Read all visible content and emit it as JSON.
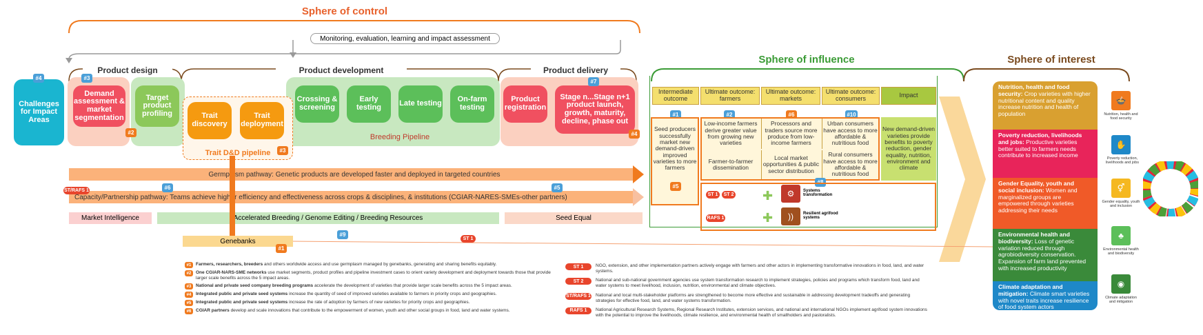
{
  "spheres": {
    "control": "Sphere of control",
    "influence": "Sphere of influence",
    "interest": "Sphere of interest"
  },
  "monitoring": "Monitoring, evaluation, learning and impact assessment",
  "sections": {
    "design": "Product design",
    "development": "Product development",
    "delivery": "Product delivery"
  },
  "challenges": "Challenges for Impact Areas",
  "boxes": {
    "demand": "Demand assessment & market segmentation",
    "target": "Target product profiling",
    "trait_discovery": "Trait discovery",
    "trait_deployment": "Trait deployment",
    "crossing": "Crossing & screening",
    "early": "Early testing",
    "late": "Late testing",
    "onfarm": "On-farm testing",
    "registration": "Product registration",
    "stage": "Stage n...Stage n+1 product launch, growth, maturity, decline, phase out"
  },
  "breeding_pipeline": "Breeding Pipeline",
  "trait_pipeline": "Trait D&D pipeline",
  "pathways": {
    "germplasm": "Germplasm pathway: Genetic products are developed faster and deployed in targeted countries",
    "capacity": "Capacity/Partnership pathway: Teams achieve higher efficiency and effectiveness across crops & disciplines, & institutions (CGIAR-NARES-SMEs-other partners)"
  },
  "initiatives": {
    "market": "Market Intelligence",
    "breeding": "Accelerated Breeding / Genome Editing / Breeding Resources",
    "seed": "Seed Equal",
    "genebanks": "Genebanks"
  },
  "badges": {
    "b1": "#1",
    "b2": "#2",
    "b3": "#3",
    "b4": "#4",
    "b5": "#5",
    "b6": "#6",
    "b7": "#7",
    "b8": "#8",
    "b9": "#9",
    "b10": "#10",
    "st1": "ST 1",
    "st2": "ST 2",
    "strafs": "ST/RAFS 1",
    "rafs": "RAFS 1"
  },
  "table": {
    "headers": [
      "Intermediate outcome",
      "Ultimate outcome: farmers",
      "Ultimate outcome: markets",
      "Ultimate outcome: consumers",
      "Impact"
    ],
    "intermediate": "Seed producers successfully market new demand-driven improved varieties to more farmers",
    "farmers1": "Low-income farmers derive greater value from growing new varieties",
    "farmers2": "Farmer-to-farmer dissemination",
    "markets1": "Processors and traders source more produce from low-income farmers",
    "markets2": "Local market opportunities & public sector distribution",
    "consumers1": "Urban consumers have access to more affordable & nutritious food",
    "consumers2": "Rural consumers have access to more affordable & nutritious food",
    "impact": "New demand-driven varieties provide benefits to poverty reduction, gender equality, nutrition, environment and climate",
    "systems": "Systems transformation",
    "resilient": "Resilient agrifood systems"
  },
  "interest": [
    {
      "title": "Nutrition, health and food security:",
      "text": "Crop varieties with higher nutritional content and quality increase nutrition and health of population",
      "color": "#d9a030",
      "sdg": "Nutrition, health and food security"
    },
    {
      "title": "Poverty reduction, livelihoods and jobs:",
      "text": "Productive varieties better suited to farmers needs contribute to increased income",
      "color": "#e8245a",
      "sdg": "Poverty reduction, livelihoods and jobs"
    },
    {
      "title": "Gender Equality, youth and social inclusion:",
      "text": "Women and marginalized groups are empowered through varieties addressing their needs",
      "color": "#f05a28",
      "sdg": "Gender equality, youth and inclusion"
    },
    {
      "title": "Environmental health and biodiversity:",
      "text": "Loss of genetic variation reduced through agrobiodiversity conservation. Expansion of farm land prevented with increased productivity",
      "color": "#3a8a3a",
      "sdg": "Environmental health and biodiversity"
    },
    {
      "title": "Climate adaptation and mitigation:",
      "text": "Climate smart varieties with novel traits increase resilience of food system actors",
      "color": "#1e88c8",
      "sdg": "Climate adaptation and mitigation"
    }
  ],
  "legend_left": [
    {
      "b": "#1",
      "bold": "Farmers, researchers, breeders",
      "text": " and  others worldwide access and use germplasm managed by genebanks, generating and sharing benefits equitably."
    },
    {
      "b": "#2",
      "bold": "One CGIAR-NARS-SME networks",
      "text": " use market segments, product profiles and pipeline investment cases to orient variety development and deployment towards those that provide larger scale benefits across the 5 impact areas."
    },
    {
      "b": "#3",
      "bold": "National and private seed company breeding programs",
      "text": " accelerate the development of varieties that provide larger scale benefits across the 5 impact areas."
    },
    {
      "b": "#4",
      "bold": "Integrated public and private seed systems",
      "text": " increase the quantity of seed of improved varieties available to farmers in priority crops and geographies."
    },
    {
      "b": "#5",
      "bold": "Integrated public and private seed systems",
      "text": " increase the rate of adoption by farmers of new varieties for priority crops and geographies."
    },
    {
      "b": "#6",
      "bold": "CGIAR partners",
      "text": " develop and scale innovations that contribute to the empowerment of women, youth and other social groups in food, land and water systems."
    }
  ],
  "legend_right": [
    {
      "b": "ST 1",
      "text": "NGO, extension, and other implementation partners actively engage with farmers and other actors in implementing transformative innovations in food, land, and water systems."
    },
    {
      "b": "ST 2",
      "text": "National and sub-national government agencies use system transformation research to implement strategies, policies and programs which transform food, land and water systems to meet livelihood, inclusion, nutrition, environmental and climate objectives."
    },
    {
      "b": "ST/RAFS 1",
      "text": "National and local multi-stakeholder platforms are strengthened to become more effective and sustainable in addressing development tradeoffs and generating strategies for effective food, land, and water systems transformation."
    },
    {
      "b": "RAFS 1",
      "text": "National Agricultural Research Systems, Regional Research Institutes, extension services, and national and international NGOs implement agrifood system innovations with the potential to improve the livelihoods, climate resilience, and environmental health of smallholders and pastoralists."
    }
  ],
  "colors": {
    "orange": "#f07a1e",
    "green": "#5cbf5a",
    "red": "#f05060",
    "teal": "#1ab5d0",
    "yellowgreen": "#a8c840"
  }
}
